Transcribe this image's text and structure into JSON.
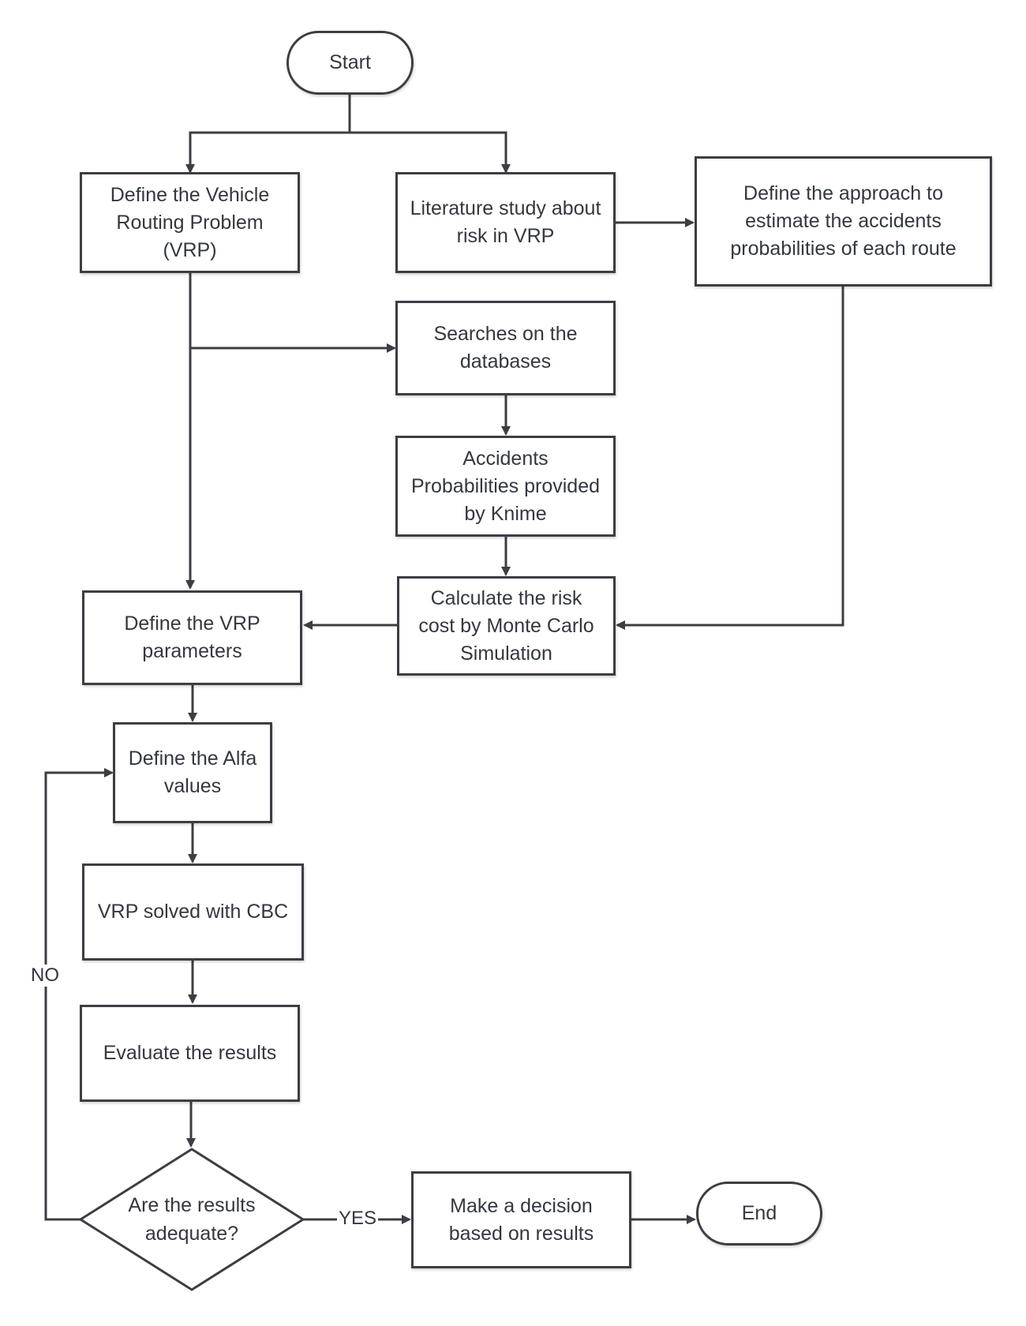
{
  "diagram": {
    "nodes": {
      "start": "Start",
      "define_vrp": "Define the Vehicle Routing Problem (VRP)",
      "literature_study": "Literature study about risk in VRP",
      "define_approach": "Define the approach to estimate the accidents probabilities of each route",
      "searches": "Searches on the databases",
      "accidents_probabilities": "Accidents Probabilities provided by Knime",
      "calculate_risk": "Calculate the risk cost by Monte Carlo Simulation",
      "define_vrp_parameters": "Define the VRP parameters",
      "define_alfa": "Define the Alfa values",
      "vrp_solved": "VRP solved with CBC",
      "evaluate": "Evaluate the results",
      "decision_question": "Are the results adequate?",
      "make_decision": "Make a decision based on results",
      "end": "End"
    },
    "edge_labels": {
      "no": "NO",
      "yes": "YES"
    }
  }
}
